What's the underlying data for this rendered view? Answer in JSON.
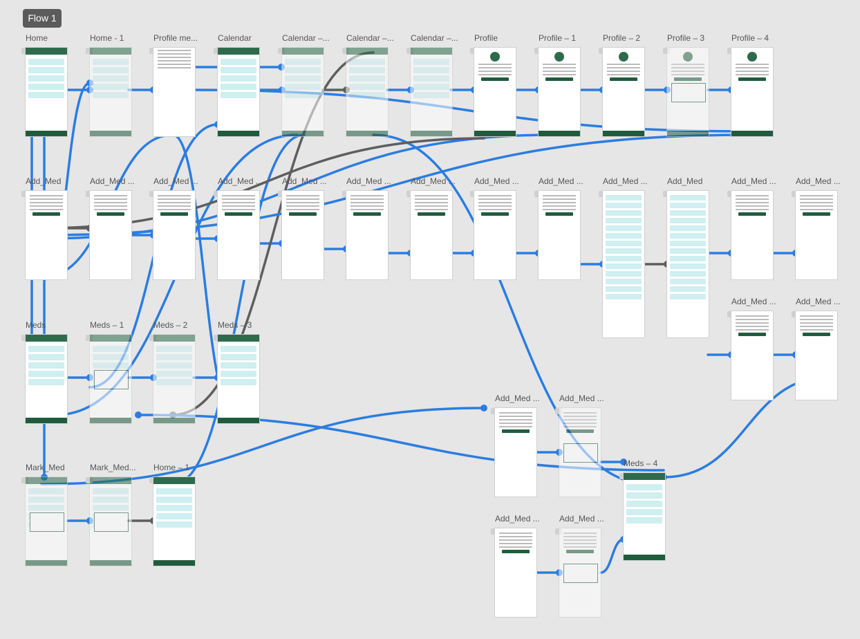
{
  "flow": {
    "name": "Flow 1"
  },
  "screens": [
    {
      "label": "Home",
      "kind": "home"
    },
    {
      "label": "Home - 1",
      "kind": "home"
    },
    {
      "label": "Profile me...",
      "kind": "menu"
    },
    {
      "label": "Calendar",
      "kind": "calendar"
    },
    {
      "label": "Calendar –...",
      "kind": "calendar"
    },
    {
      "label": "Calendar –...",
      "kind": "calendar"
    },
    {
      "label": "Calendar –...",
      "kind": "calendar"
    },
    {
      "label": "Profile",
      "kind": "profile"
    },
    {
      "label": "Profile – 1",
      "kind": "profile"
    },
    {
      "label": "Profile – 2",
      "kind": "profile"
    },
    {
      "label": "Profile – 3",
      "kind": "profile"
    },
    {
      "label": "Profile – 4",
      "kind": "profile"
    },
    {
      "label": "Add_Med",
      "kind": "form"
    },
    {
      "label": "Add_Med ...",
      "kind": "form"
    },
    {
      "label": "Add_Med ...",
      "kind": "form"
    },
    {
      "label": "Add_Med ...",
      "kind": "form"
    },
    {
      "label": "Add_Med ...",
      "kind": "form"
    },
    {
      "label": "Add_Med ...",
      "kind": "form"
    },
    {
      "label": "Add_Med ...",
      "kind": "form"
    },
    {
      "label": "Add_Med ...",
      "kind": "form"
    },
    {
      "label": "Add_Med ...",
      "kind": "form"
    },
    {
      "label": "Add_Med ...",
      "kind": "list"
    },
    {
      "label": "Add_Med",
      "kind": "list"
    },
    {
      "label": "Add_Med ...",
      "kind": "form"
    },
    {
      "label": "Add_Med ...",
      "kind": "form"
    },
    {
      "label": "Add_Med ...",
      "kind": "form"
    },
    {
      "label": "Add_Med ...",
      "kind": "form"
    },
    {
      "label": "Meds",
      "kind": "meds"
    },
    {
      "label": "Meds – 1",
      "kind": "meds"
    },
    {
      "label": "Meds – 2",
      "kind": "meds"
    },
    {
      "label": "Meds – 3",
      "kind": "meds"
    },
    {
      "label": "Add_Med ...",
      "kind": "form"
    },
    {
      "label": "Add_Med ...",
      "kind": "form"
    },
    {
      "label": "Meds – 4",
      "kind": "meds"
    },
    {
      "label": "Add_Med ...",
      "kind": "form"
    },
    {
      "label": "Add_Med ...",
      "kind": "form"
    },
    {
      "label": "Mark_Med",
      "kind": "home"
    },
    {
      "label": "Mark_Med...",
      "kind": "home"
    },
    {
      "label": "Home – 1",
      "kind": "home"
    }
  ],
  "colors": {
    "connector": "#2b7de0",
    "connector_alt": "#5e5e5e",
    "brand": "#1f5c3e"
  }
}
